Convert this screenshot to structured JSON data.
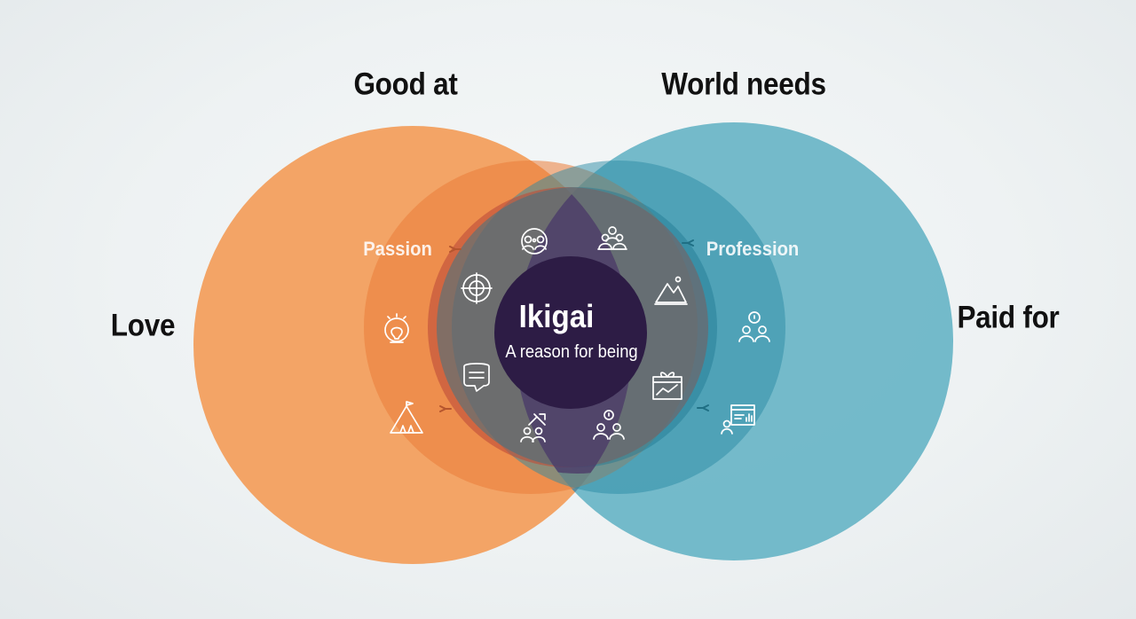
{
  "labels": {
    "good_at": "Good at",
    "world_needs": "World needs",
    "love": "Love",
    "paid_for": "Paid for",
    "passion": "Passion",
    "profession": "Profession",
    "center_title": "Ikigai",
    "center_subtitle": "A reason for being"
  },
  "colors": {
    "left_circle": "#f19c58",
    "right_circle": "#5fb0c2",
    "left_inner": "#ea7d3a",
    "right_inner": "#2e8fa6",
    "center_overlap": "#54416a",
    "center_core": "#2c1c44",
    "tick_left": "#b5552e",
    "tick_right": "#1f6f84",
    "text_dark": "#111111",
    "text_light": "#ffffff"
  },
  "icons": [
    "people-connection-icon",
    "team-group-icon",
    "globe-target-icon",
    "mountain-peak-icon",
    "lightbulb-head-icon",
    "idea-people-icon",
    "speech-bubble-icon",
    "gift-growth-chart-icon",
    "camping-tent-icon",
    "tools-people-icon",
    "people-insight-icon",
    "analytics-dashboard-icon"
  ]
}
